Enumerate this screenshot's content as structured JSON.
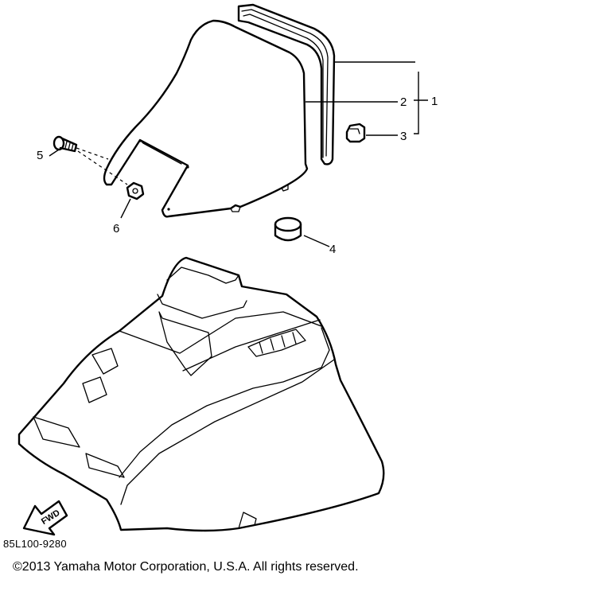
{
  "parts": {
    "callouts": [
      {
        "id": "1",
        "label": "1"
      },
      {
        "id": "2",
        "label": "2"
      },
      {
        "id": "3",
        "label": "3"
      },
      {
        "id": "4",
        "label": "4"
      },
      {
        "id": "5",
        "label": "5"
      },
      {
        "id": "6",
        "label": "6"
      }
    ]
  },
  "fwd_label": "FWD",
  "catalog_code": "85L100-9280",
  "copyright": "©2013 Yamaha Motor Corporation, U.S.A. All rights reserved."
}
